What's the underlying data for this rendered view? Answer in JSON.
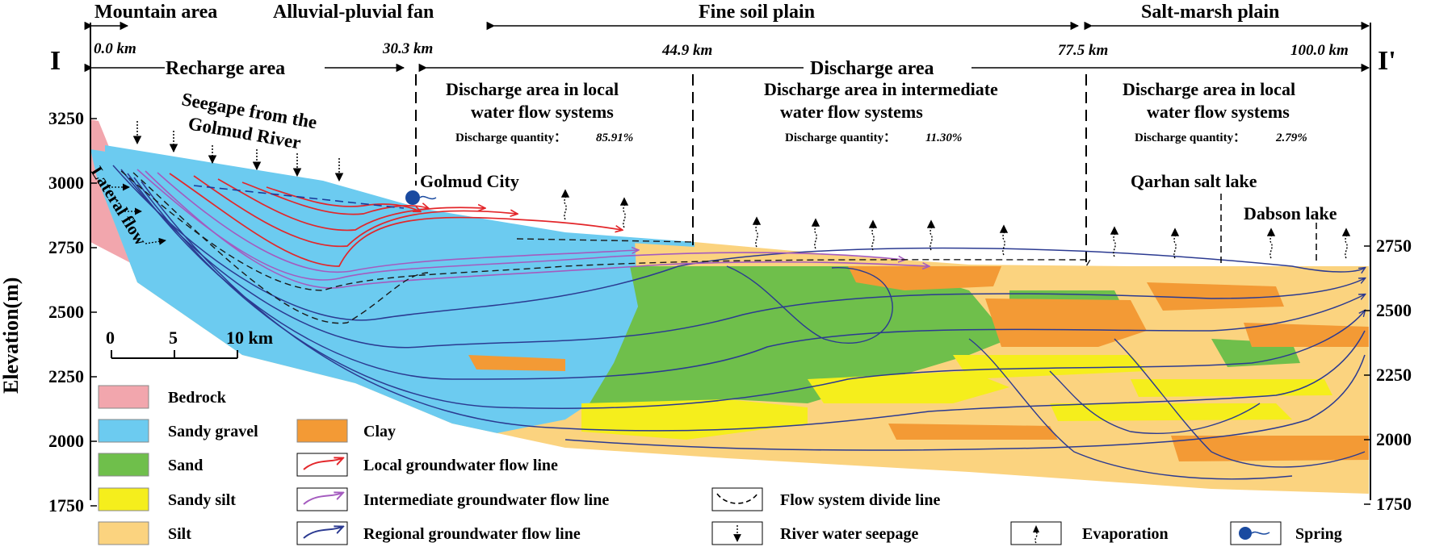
{
  "zones": {
    "mountain": "Mountain area",
    "fan": "Alluvial-pluvial fan",
    "fine": "Fine soil plain",
    "salt": "Salt-marsh plain"
  },
  "distances": [
    "0.0 km",
    "30.3 km",
    "44.9 km",
    "77.5 km",
    "100.0 km"
  ],
  "section": {
    "left": "I",
    "right": "I'"
  },
  "areas": {
    "recharge": "Recharge area",
    "discharge": "Discharge area"
  },
  "discharge_local_1": {
    "title1": "Discharge area in local",
    "title2": "water flow systems",
    "qty_label": "Discharge quantity：",
    "qty": "85.91%"
  },
  "discharge_intermediate": {
    "title1": "Discharge area in intermediate",
    "title2": "water flow systems",
    "qty_label": "Discharge quantity：",
    "qty": "11.30%"
  },
  "discharge_local_2": {
    "title1": "Discharge area in local",
    "title2": "water flow systems",
    "qty_label": "Discharge quantity：",
    "qty": "2.79%"
  },
  "seepage_label": {
    "line1": "Seegape from the",
    "line2": "Golmud River"
  },
  "lateral_flow": "Lateral flow",
  "places": {
    "golmud": "Golmud City",
    "qarhan": "Qarhan salt lake",
    "dabson": "Dabson lake"
  },
  "y_axis": {
    "label": "Elevation(m)",
    "ticks_left": [
      "3250",
      "3000",
      "2750",
      "2500",
      "2250",
      "2000",
      "1750"
    ],
    "ticks_right": [
      "2750",
      "2500",
      "2250",
      "2000",
      "1750"
    ]
  },
  "scale_bar": {
    "labels": [
      "0",
      "5",
      "10 km"
    ]
  },
  "legend": {
    "bedrock": "Bedrock",
    "sandy_gravel": "Sandy gravel",
    "sand": "Sand",
    "sandy_silt": "Sandy silt",
    "silt": "Silt",
    "clay": "Clay",
    "local_flow": "Local groundwater flow line",
    "intermediate_flow": "Intermediate groundwater flow line",
    "regional_flow": "Regional groundwater flow line",
    "divide": "Flow system divide line",
    "seepage": "River water seepage",
    "evaporation": "Evaporation",
    "spring": "Spring"
  },
  "colors": {
    "bedrock": "#f2a6ad",
    "sandy_gravel": "#6ccbf0",
    "sand": "#6fbf4b",
    "sandy_silt": "#f5ee1c",
    "silt": "#fbd37f",
    "clay": "#f39a35",
    "local_flow": "#e3262a",
    "intermediate_flow": "#a45bbf",
    "regional_flow": "#2b3a91",
    "spring": "#1a4aa0"
  }
}
